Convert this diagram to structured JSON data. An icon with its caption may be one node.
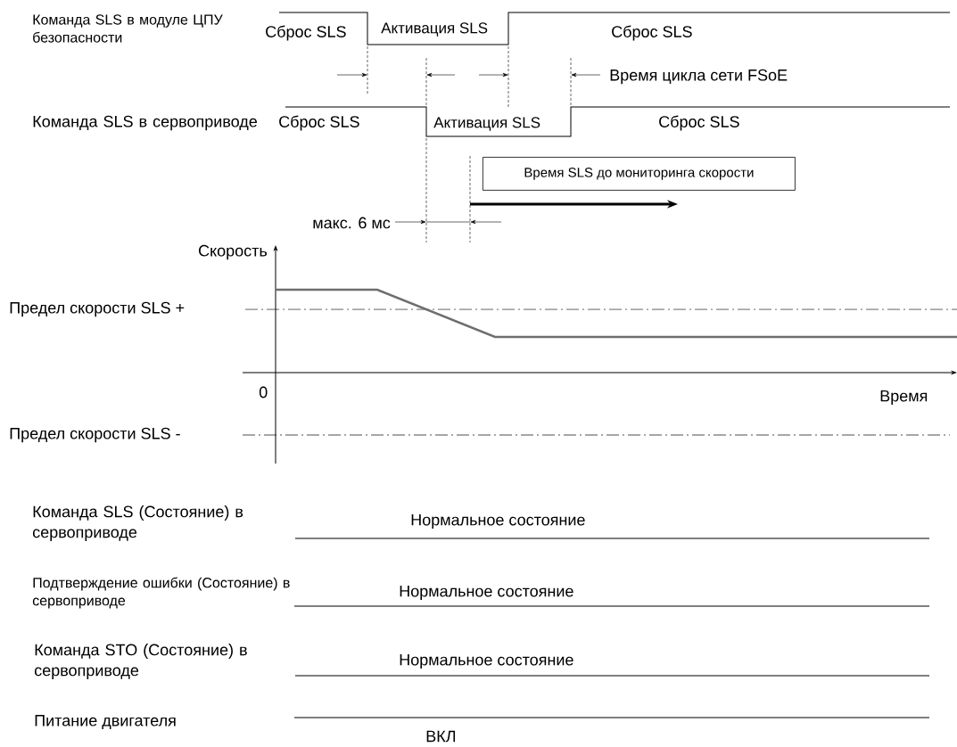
{
  "diagram": {
    "nodes": [
      {
        "text": [
          "Время SLS до мониторинга скорости"
        ]
      }
    ],
    "labels": [
      "Команда SLS в модуле ЦПУ безопасности",
      "Сброс SLS",
      "Активация SLS",
      "Сброс SLS",
      "Время цикла сети FSoE",
      "Команда SLS в сервоприводе",
      "Сброс SLS",
      "Активация SLS",
      "Сброс SLS",
      "макс. 6 мс",
      "Скорость",
      "Предел скорости SLS +",
      "0",
      "Время",
      "Предел скорости SLS -",
      "Команда SLS (Состояние) в сервоприводе",
      "Нормальное состояние",
      "Подтверждение ошибки (Состояние) в сервоприводе",
      "Нормальное состояние",
      "Команда STO (Состояние) в сервоприводе",
      "Нормальное состояние",
      "Питание двигателя",
      "ВКЛ"
    ]
  }
}
